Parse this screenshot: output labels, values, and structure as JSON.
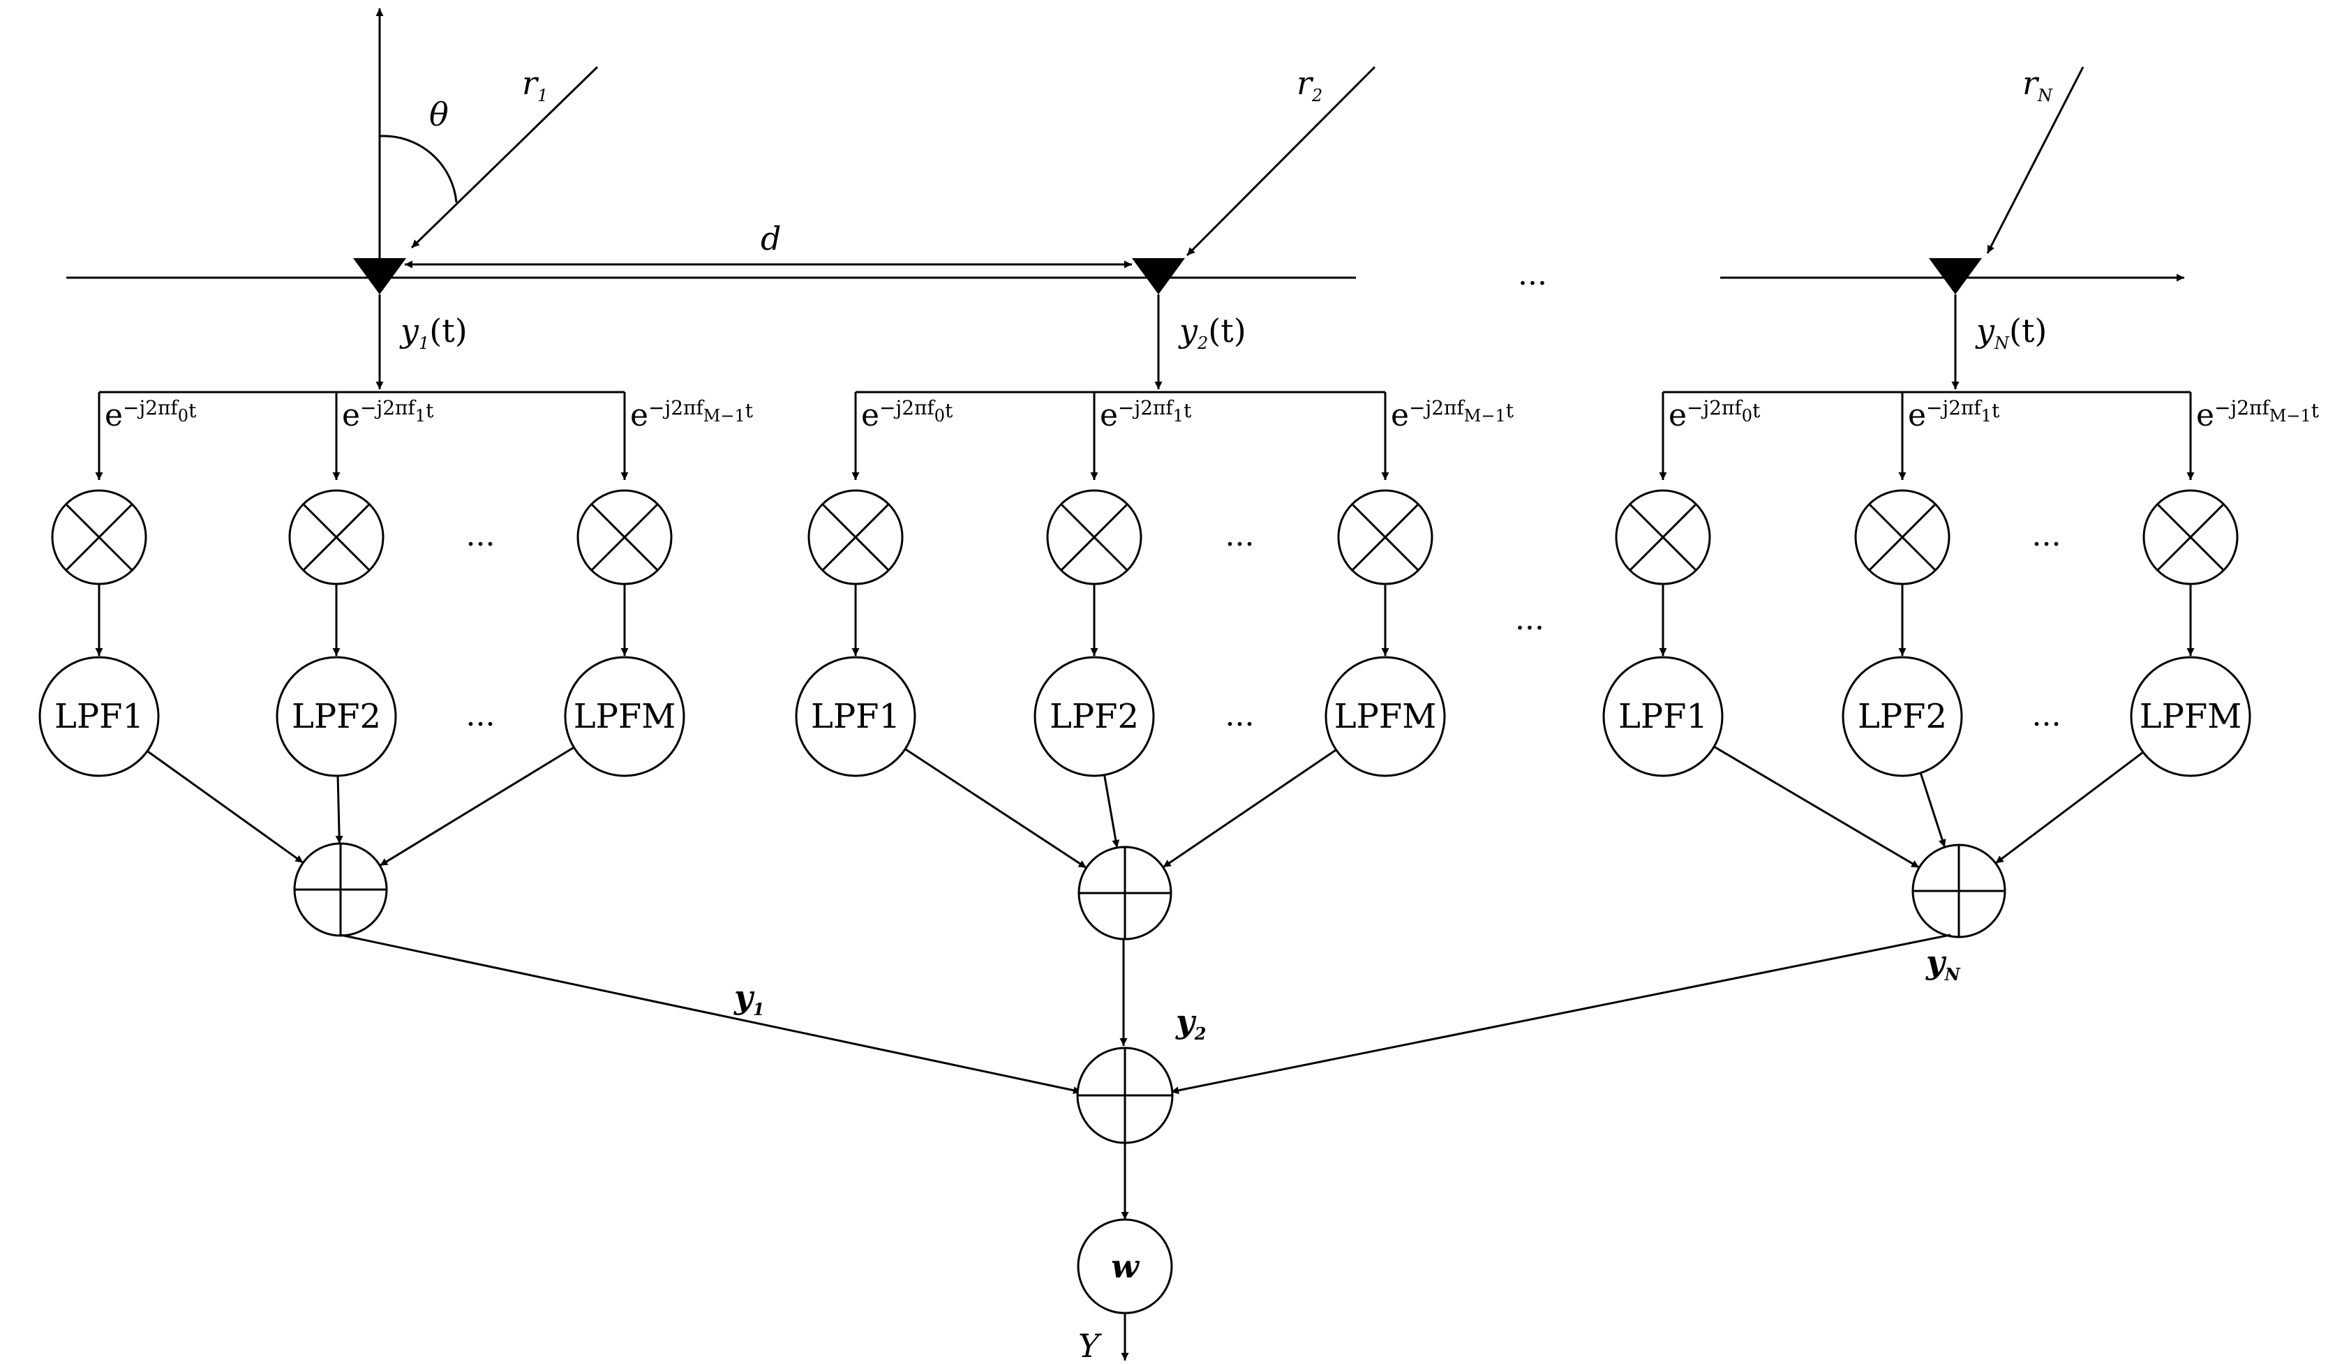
{
  "angle_label": "θ",
  "spacing_label": "d",
  "dots": "...",
  "final_output_label": "Y",
  "weight_label": "w",
  "arrays": [
    {
      "ray_base": "r",
      "ray_sub": "1",
      "signal_base": "y",
      "signal_sub": "1",
      "signal_arg": "(t)",
      "sum_base": "y",
      "sum_sub": "1",
      "branches": [
        {
          "exp_base": "e",
          "exp_sup": "−j2πf",
          "exp_sub": "0",
          "exp_tail": "t",
          "lpf": "LPF1"
        },
        {
          "exp_base": "e",
          "exp_sup": "−j2πf",
          "exp_sub": "1",
          "exp_tail": "t",
          "lpf": "LPF2"
        },
        {
          "exp_base": "e",
          "exp_sup": "−j2πf",
          "exp_sub": "M−1",
          "exp_tail": "t",
          "lpf": "LPFM"
        }
      ]
    },
    {
      "ray_base": "r",
      "ray_sub": "2",
      "signal_base": "y",
      "signal_sub": "2",
      "signal_arg": "(t)",
      "sum_base": "y",
      "sum_sub": "2",
      "branches": [
        {
          "exp_base": "e",
          "exp_sup": "−j2πf",
          "exp_sub": "0",
          "exp_tail": "t",
          "lpf": "LPF1"
        },
        {
          "exp_base": "e",
          "exp_sup": "−j2πf",
          "exp_sub": "1",
          "exp_tail": "t",
          "lpf": "LPF2"
        },
        {
          "exp_base": "e",
          "exp_sup": "−j2πf",
          "exp_sub": "M−1",
          "exp_tail": "t",
          "lpf": "LPFM"
        }
      ]
    },
    {
      "ray_base": "r",
      "ray_sub": "N",
      "signal_base": "y",
      "signal_sub": "N",
      "signal_arg": "(t)",
      "sum_base": "y",
      "sum_sub": "N",
      "branches": [
        {
          "exp_base": "e",
          "exp_sup": "−j2πf",
          "exp_sub": "0",
          "exp_tail": "t",
          "lpf": "LPF1"
        },
        {
          "exp_base": "e",
          "exp_sup": "−j2πf",
          "exp_sub": "1",
          "exp_tail": "t",
          "lpf": "LPF2"
        },
        {
          "exp_base": "e",
          "exp_sup": "−j2πf",
          "exp_sub": "M−1",
          "exp_tail": "t",
          "lpf": "LPFM"
        }
      ]
    }
  ]
}
